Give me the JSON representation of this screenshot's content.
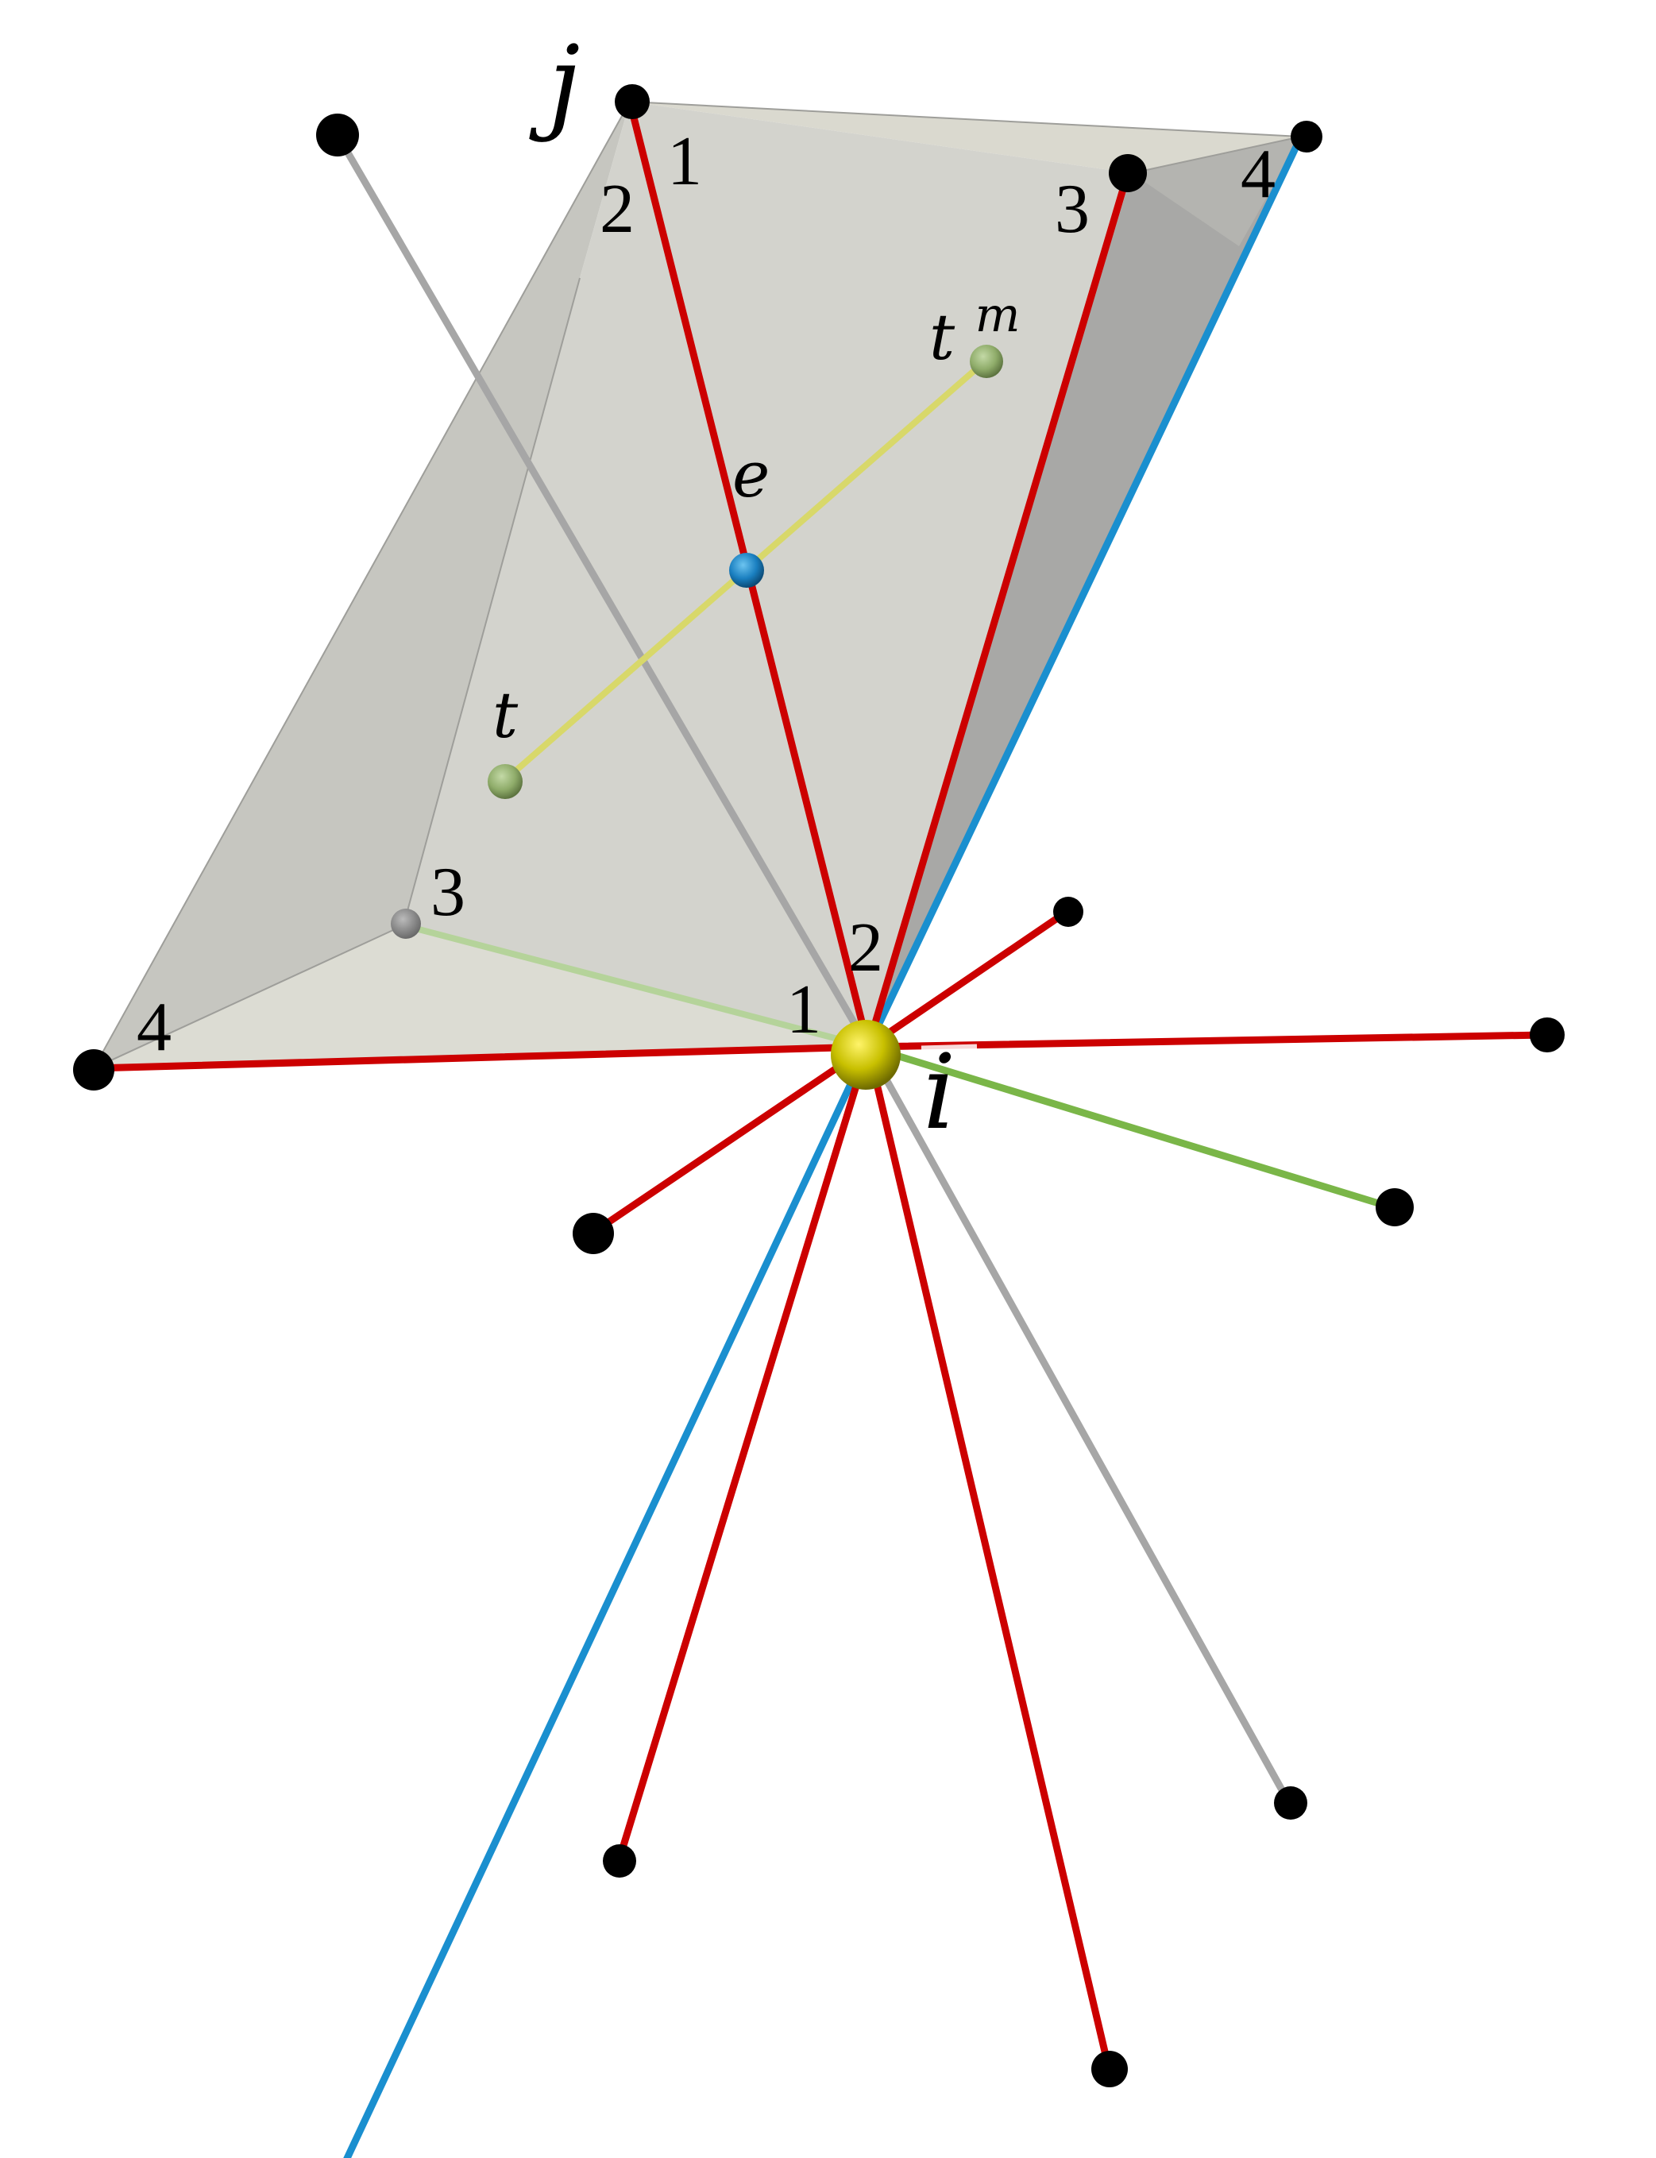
{
  "labels": {
    "vertex_j": "j",
    "vertex_i": "i",
    "point_e": "e",
    "point_t": "t",
    "point_tm_base": "t",
    "point_tm_sup": "m",
    "top_1": "1",
    "top_2": "2",
    "top_3": "3",
    "top_4": "4",
    "left_3": "3",
    "left_4": "4",
    "center_1": "1",
    "center_2": "2"
  },
  "colors": {
    "red_edge": "#cc0000",
    "blue_edge": "#1a8fcf",
    "gray_edge": "#a6a6a6",
    "green_edge": "#7ab648",
    "light_green_edge": "#b5d39a",
    "yellow_segment": "#d8d86a",
    "node": "#000000",
    "center_node": "#c8c000",
    "point_e": "#1a7fc0",
    "point_t": "#8fac6a",
    "face_light": "#dcdcd4",
    "face_mid": "#c4c4be",
    "face_dark": "#a9a9a9"
  }
}
